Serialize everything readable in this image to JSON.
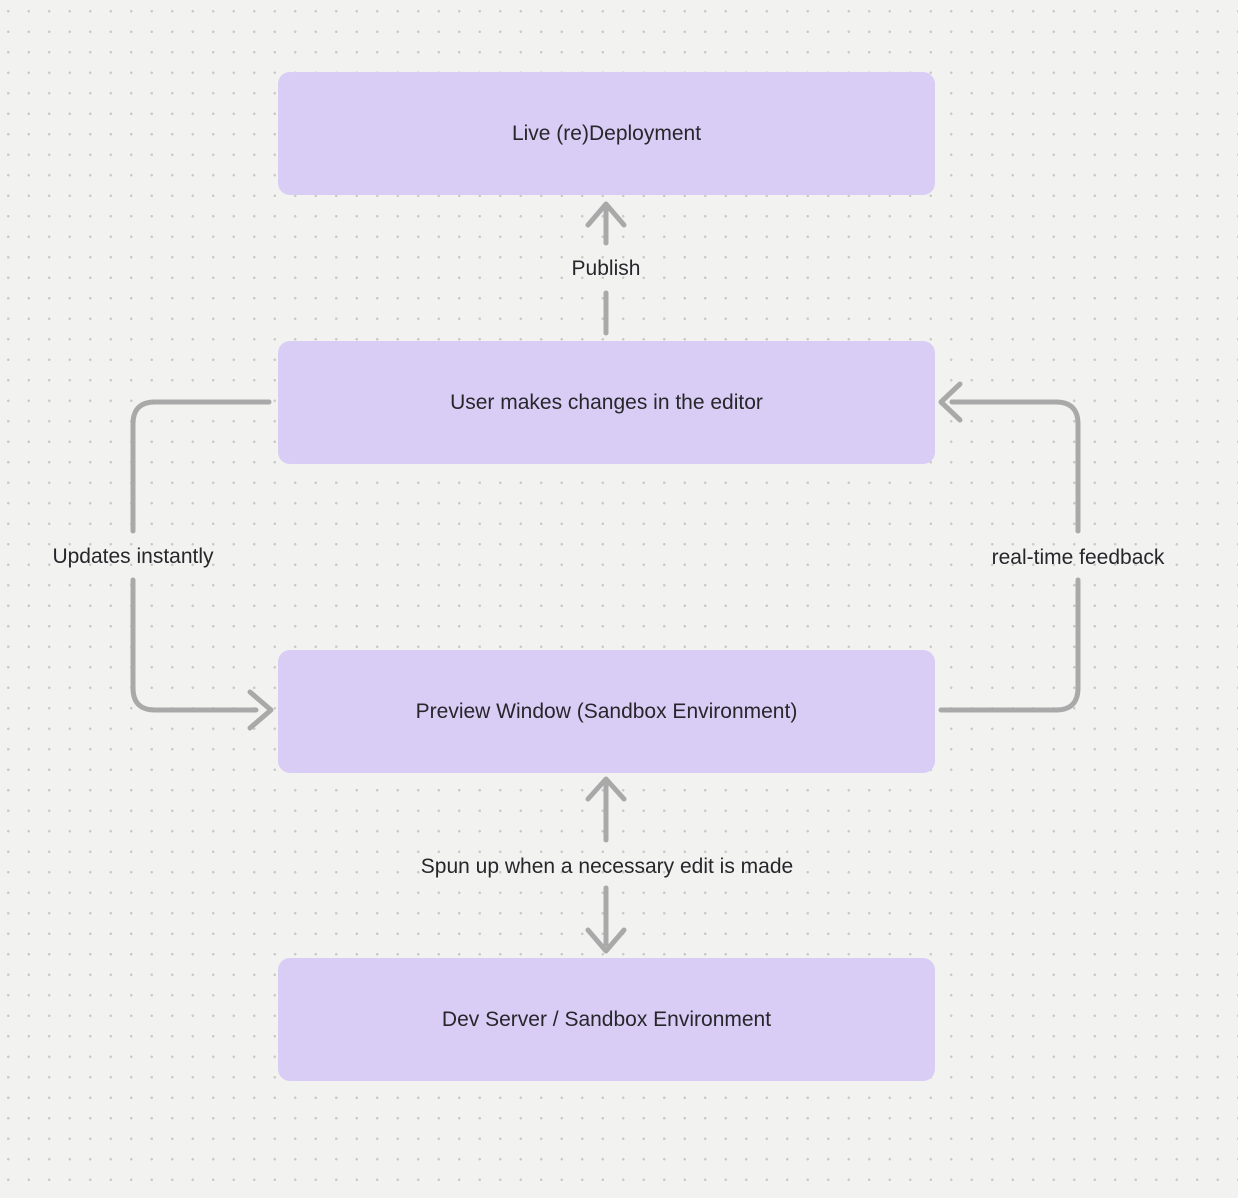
{
  "diagram": {
    "type": "flowchart",
    "background_style": "dot-grid"
  },
  "colors": {
    "background": "#f2f2f1",
    "dot": "#c9c9c8",
    "node_fill": "#d9cdf6",
    "edge": "#a9a9a9",
    "node_text": "#27262b",
    "label_text": "#27262b"
  },
  "nodes": [
    {
      "id": "live-redeployment",
      "label": "Live (re)Deployment"
    },
    {
      "id": "user-editor",
      "label": "User makes changes in the editor"
    },
    {
      "id": "preview-window",
      "label": "Preview Window (Sandbox Environment)"
    },
    {
      "id": "dev-server",
      "label": "Dev Server / Sandbox Environment"
    }
  ],
  "edges": [
    {
      "id": "publish",
      "label": "Publish",
      "from": "user-editor",
      "to": "live-redeployment",
      "style": "straight-up-arrow"
    },
    {
      "id": "updates-instantly",
      "label": "Updates instantly",
      "from": "user-editor",
      "to": "preview-window",
      "style": "left-loop-arrow"
    },
    {
      "id": "realtime-feedback",
      "label": "real-time feedback",
      "from": "preview-window",
      "to": "user-editor",
      "style": "right-loop-arrow"
    },
    {
      "id": "spun-up",
      "label": "Spun up when a necessary edit is made",
      "from": "preview-window",
      "to": "dev-server",
      "style": "bidirectional-arrow"
    }
  ]
}
